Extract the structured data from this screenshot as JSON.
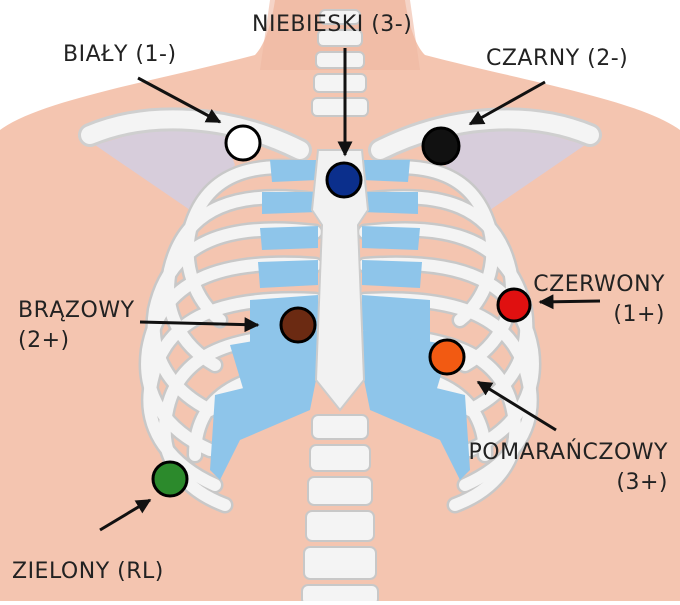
{
  "electrodes": [
    {
      "id": "white",
      "text": "BIAŁY (1-)",
      "color": "#ffffff"
    },
    {
      "id": "blue",
      "text": "NIEBIESKI (3-)",
      "color": "#0b2f8c"
    },
    {
      "id": "black",
      "text": "CZARNY (2-)",
      "color": "#111111"
    },
    {
      "id": "brown",
      "line1": "BRĄZOWY",
      "line2": "(2+)",
      "color": "#6b2a12"
    },
    {
      "id": "red",
      "line1": "CZERWONY",
      "line2": "(1+)",
      "color": "#e01010"
    },
    {
      "id": "orange",
      "line1": "POMARAŃCZOWY",
      "line2": "(3+)",
      "color": "#f25a12"
    },
    {
      "id": "green",
      "text": "ZIELONY (RL)",
      "color": "#2c8a2c"
    }
  ],
  "colors": {
    "skin": "#f4c5b0",
    "bone": "#f4f4f4",
    "cartilage": "#8ec5ea",
    "scapula": "#d4cde0"
  }
}
